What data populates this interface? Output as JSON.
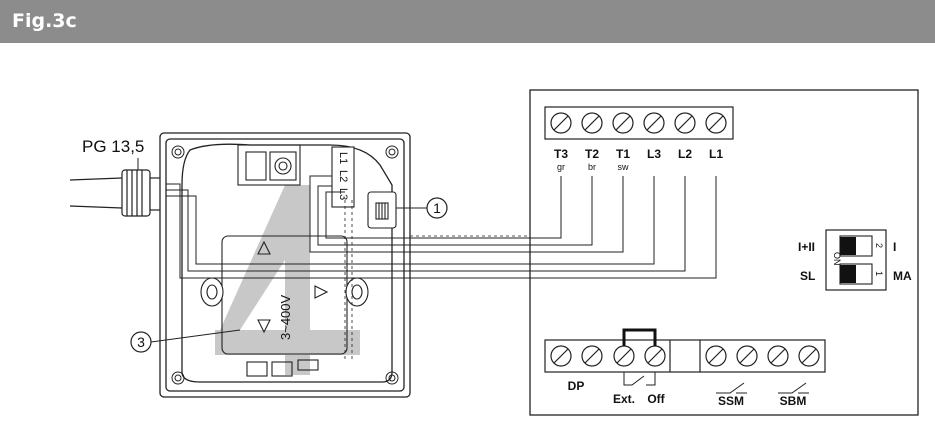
{
  "figure": {
    "title": "Fig.3c"
  },
  "cable_gland": {
    "label": "PG 13,5"
  },
  "motor_box": {
    "terminal_strip": [
      "L1",
      "L2",
      "L3"
    ],
    "rating": "3~400V",
    "callouts": [
      "1",
      "3"
    ]
  },
  "top_terminals": [
    {
      "name": "T3",
      "color_code": "gr"
    },
    {
      "name": "T2",
      "color_code": "br"
    },
    {
      "name": "T1",
      "color_code": "sw"
    },
    {
      "name": "L3",
      "color_code": ""
    },
    {
      "name": "L2",
      "color_code": ""
    },
    {
      "name": "L1",
      "color_code": ""
    }
  ],
  "dip_switch": {
    "left_top": "I+II",
    "left_bottom": "SL",
    "right_top": "I",
    "right_bottom": "MA",
    "on_label": "ON",
    "numbers": [
      "2",
      "1"
    ]
  },
  "bottom_terminals": {
    "labels": {
      "dp": "DP",
      "ext": "Ext.",
      "off": "Off",
      "ssm": "SSM",
      "sbm": "SBM"
    }
  }
}
